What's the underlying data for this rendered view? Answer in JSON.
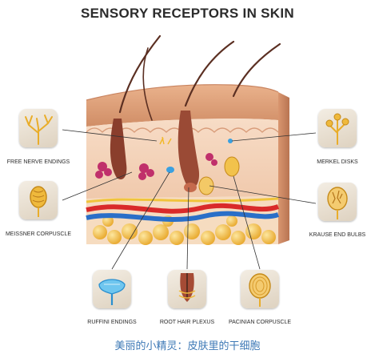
{
  "title": "SENSORY RECEPTORS IN SKIN",
  "labels": {
    "free_nerve_endings": "FREE NERVE ENDINGS",
    "meissner_corpuscle": "MEISSNER CORPUSCLE",
    "ruffini_endings": "RUFFINI ENDINGS",
    "root_hair_plexus": "ROOT HAIR PLEXUS",
    "pacinian_corpuscle": "PACINIAN CORPUSCLE",
    "merkel_disks": "MERKEL DISKS",
    "krause_end_bulbs": "KRAUSE END BULBS"
  },
  "caption": "美丽的小精灵：皮肤里的干细胞",
  "colors": {
    "epidermis": "#e2a57e",
    "dermis": "#f6d9c1",
    "fat": "#f2c24c",
    "artery": "#d92a2a",
    "vein": "#2a6fc8",
    "hair": "#5b2f22",
    "caption": "#3e79b6"
  }
}
